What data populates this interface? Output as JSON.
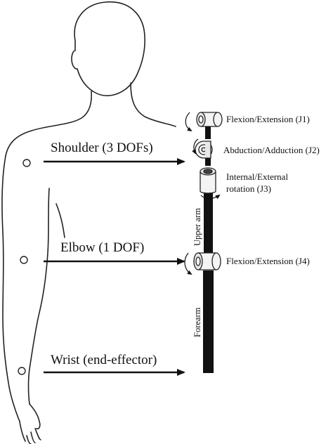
{
  "body_labels": {
    "shoulder": "Shoulder (3 DOFs)",
    "elbow": "Elbow (1 DOF)",
    "wrist": "Wrist (end-effector)"
  },
  "joint_labels": {
    "j1": "Flexion/Extension (J1)",
    "j2": "Abduction/Adduction (J2)",
    "j3_line1": "Internal/External",
    "j3_line2": "rotation (J3)",
    "j4": "Flexion/Extension (J4)"
  },
  "segment_labels": {
    "upper_arm": "Upper arm",
    "forearm": "Forearm"
  },
  "colors": {
    "ink": "#111111",
    "joint_fill": "#f4f4f4",
    "body_outline": "#222222"
  }
}
